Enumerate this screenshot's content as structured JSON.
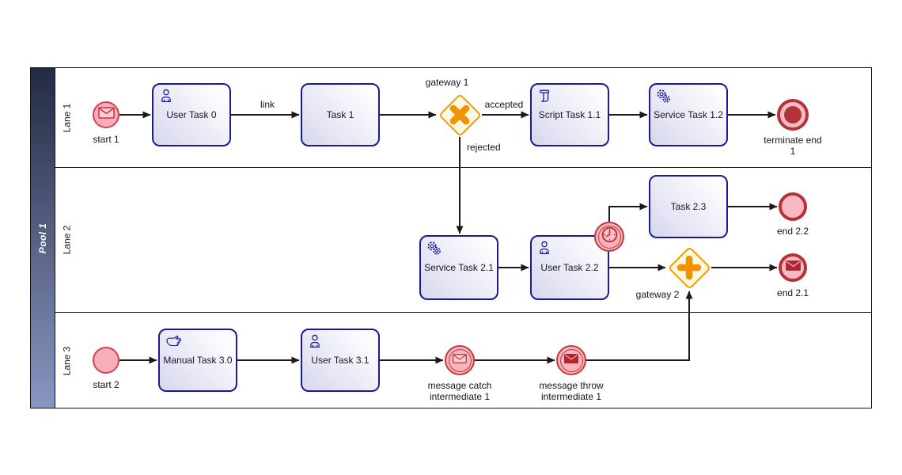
{
  "pool": {
    "label": "Pool 1"
  },
  "lanes": [
    {
      "label": "Lane 1"
    },
    {
      "label": "Lane 2"
    },
    {
      "label": "Lane 3"
    }
  ],
  "nodes": {
    "start_1": {
      "label": "start 1",
      "icon": "message-envelope-outline"
    },
    "user_task_0": {
      "label": "User Task 0",
      "icon": "user"
    },
    "task_1": {
      "label": "Task 1"
    },
    "gateway_1": {
      "label": "gateway 1",
      "icon": "x-exclusive"
    },
    "script_task_1_1": {
      "label": "Script Task 1.1",
      "icon": "script-scroll"
    },
    "service_task_1_2": {
      "label": "Service Task 1.2",
      "icon": "gears"
    },
    "terminate_end_1": {
      "label": "terminate end 1",
      "icon": "terminate-circle"
    },
    "service_task_2_1": {
      "label": "Service Task 2.1",
      "icon": "gears"
    },
    "user_task_2_2": {
      "label": "User Task 2.2",
      "icon": "user"
    },
    "timer_boundary": {
      "label": "",
      "icon": "timer-clock"
    },
    "task_2_3": {
      "label": "Task 2.3"
    },
    "end_2_2": {
      "label": "end 2.2"
    },
    "gateway_2": {
      "label": "gateway 2",
      "icon": "plus-parallel"
    },
    "end_2_1": {
      "label": "end 2.1",
      "icon": "message-envelope-filled"
    },
    "start_2": {
      "label": "start 2"
    },
    "manual_task_3_0": {
      "label": "Manual Task 3.0",
      "icon": "hand"
    },
    "user_task_3_1": {
      "label": "User Task 3.1",
      "icon": "user"
    },
    "message_catch_intermediate_1": {
      "label": "message catch intermediate 1",
      "icon": "message-envelope-outline"
    },
    "message_throw_intermediate_1": {
      "label": "message throw intermediate 1",
      "icon": "message-envelope-filled"
    }
  },
  "edge_labels": {
    "link": "link",
    "accepted": "accepted",
    "rejected": "rejected"
  },
  "colors": {
    "task_border": "#1b1b91",
    "task_fill_light": "#ffffff",
    "task_fill_dark": "#d7d7ee",
    "event_red_dark": "#b23338",
    "event_red": "#c13a40",
    "event_pink": "#f8b3bd",
    "gateway_orange_border": "#f09d00",
    "gateway_symbol": "#f29200",
    "gateway_fill": "#fbf9e2",
    "flow": "#1a1a1a",
    "pool_header_top": "#232b42",
    "pool_header_bottom": "#8a96c2"
  }
}
